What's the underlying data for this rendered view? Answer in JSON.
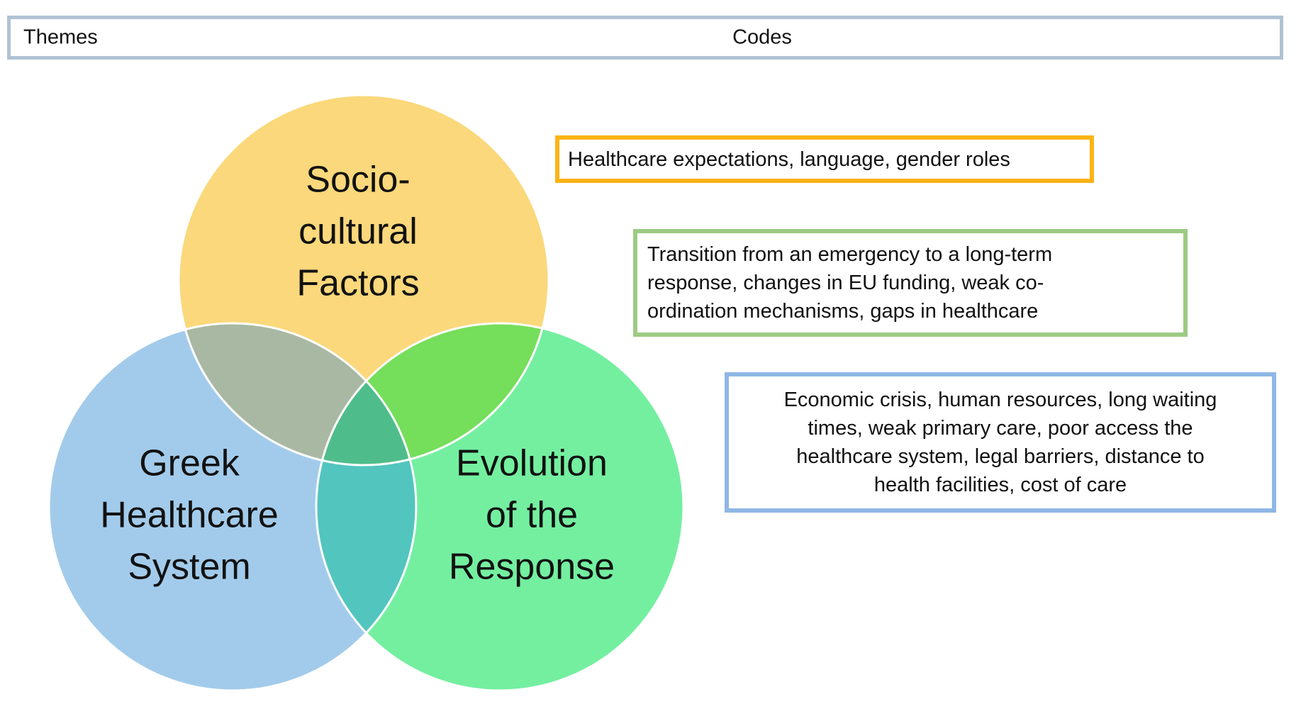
{
  "header": {
    "themes_label": "Themes",
    "codes_label": "Codes",
    "border_color": "#B0C2D4"
  },
  "venn": {
    "circles": [
      {
        "name": "socio-cultural-factors",
        "lines": [
          "Socio-",
          "cultural",
          "Factors"
        ],
        "fill": "#FAD87B"
      },
      {
        "name": "greek-healthcare-system",
        "lines": [
          "Greek",
          "Healthcare",
          "System"
        ],
        "fill": "#A2CBEB"
      },
      {
        "name": "evolution-of-the-response",
        "lines": [
          "Evolution",
          "of the",
          "Response"
        ],
        "fill": "#74EFA0"
      }
    ],
    "overlaps": {
      "socio_greek": "#A9B8A3",
      "socio_evolution": "#75DE5B",
      "greek_evolution": "#52C5BE",
      "center": "#4FBD8B"
    },
    "outline_color": "#FFFFFF"
  },
  "codes": [
    {
      "name": "socio-cultural-codes",
      "border_color": "#FCB315",
      "lines": [
        "Healthcare expectations, language, gender roles"
      ]
    },
    {
      "name": "evolution-codes",
      "border_color": "#9CCB83",
      "lines": [
        "Transition from an emergency to a long-term",
        "response, changes in EU funding, weak co-",
        "ordination mechanisms, gaps in healthcare"
      ]
    },
    {
      "name": "greek-healthcare-codes",
      "border_color": "#8FB7E5",
      "lines": [
        "Economic crisis, human resources, long waiting",
        "times, weak primary care, poor access the",
        "healthcare system, legal barriers, distance to",
        "health facilities, cost of care"
      ]
    }
  ]
}
